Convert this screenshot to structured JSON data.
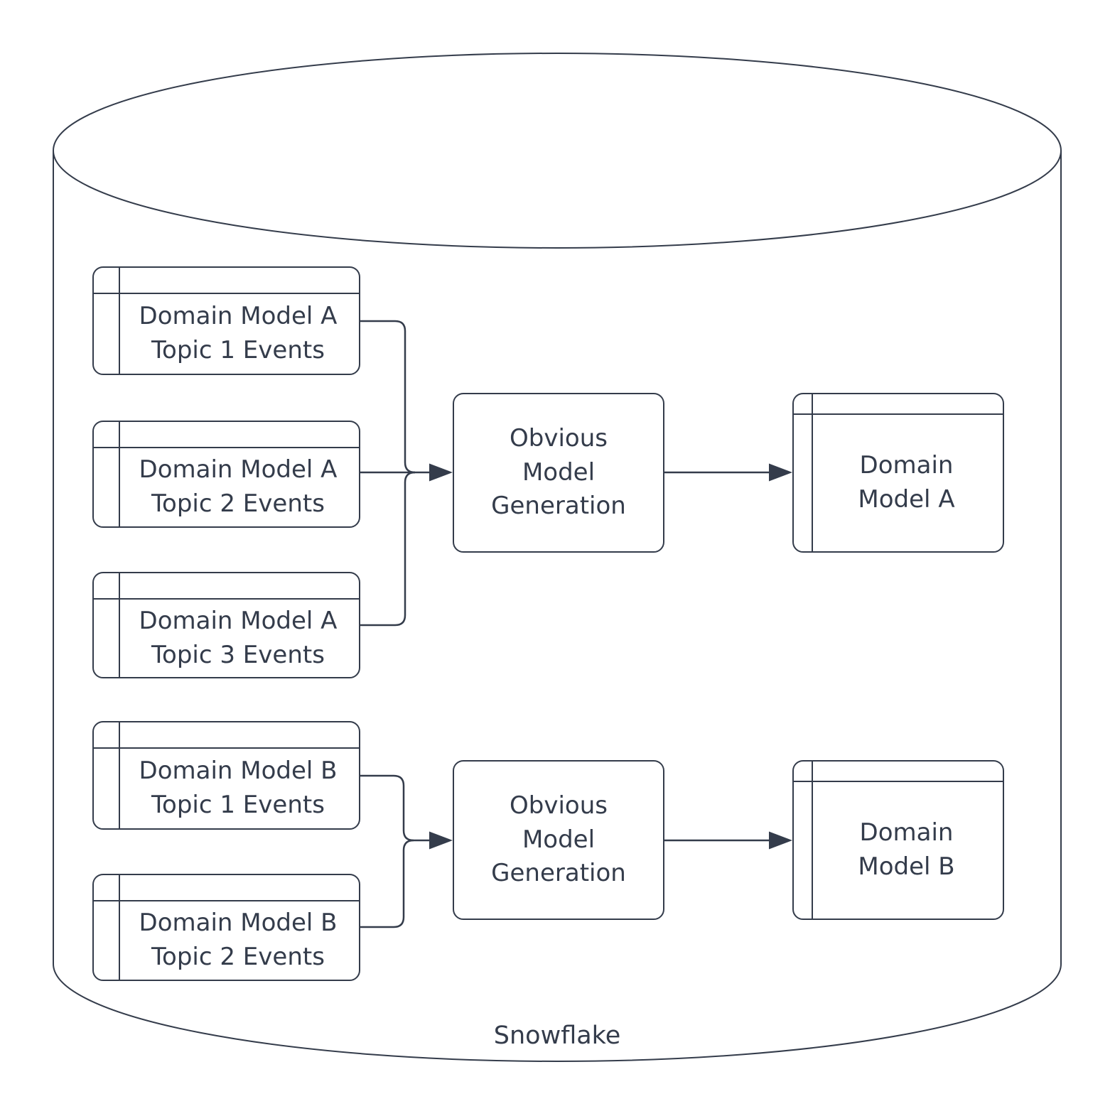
{
  "diagram": {
    "database": {
      "label": "Snowflake"
    },
    "pipelines": [
      {
        "name": "A",
        "source_tables": [
          {
            "label": "Domain Model A\nTopic 1 Events"
          },
          {
            "label": "Domain Model A\nTopic 2 Events"
          },
          {
            "label": "Domain Model A\nTopic 3 Events"
          }
        ],
        "process": {
          "label": "Obvious\nModel\nGeneration"
        },
        "output_table": {
          "label": "Domain\nModel A"
        }
      },
      {
        "name": "B",
        "source_tables": [
          {
            "label": "Domain Model B\nTopic 1 Events"
          },
          {
            "label": "Domain Model B\nTopic 2 Events"
          }
        ],
        "process": {
          "label": "Obvious\nModel\nGeneration"
        },
        "output_table": {
          "label": "Domain\nModel B"
        }
      }
    ],
    "colors": {
      "stroke": "#343c4b",
      "text": "#343c4b",
      "shape_fill": "#ffffff",
      "background": "#ffffff"
    }
  }
}
